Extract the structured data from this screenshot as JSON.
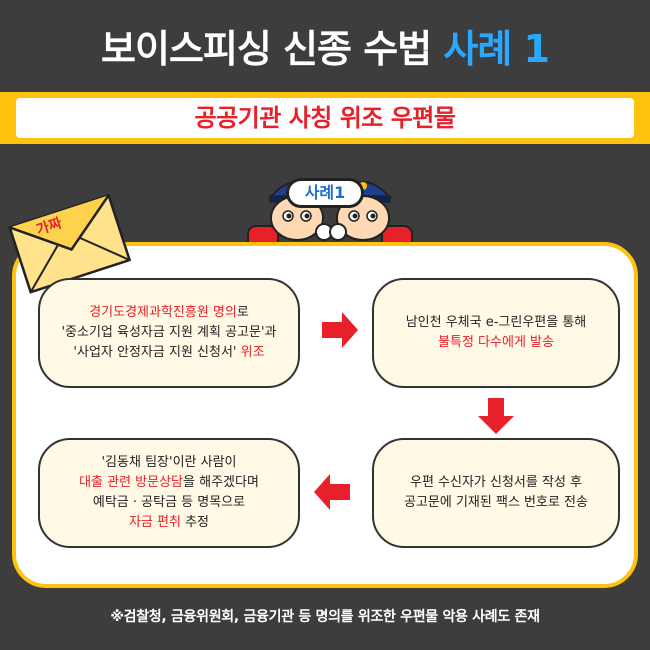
{
  "header": {
    "title_main": "보이스피싱 신종 수법",
    "title_accent": "사례 1",
    "banner": "공공기관 사칭 위조 우편물"
  },
  "badge": {
    "label": "사례1"
  },
  "envelope": {
    "label": "가짜"
  },
  "steps": [
    {
      "line1_red": "경기도경제과학진흥원 명의",
      "line1_rest": "로",
      "line2": "'중소기업 육성자금 지원 계획 공고문'과",
      "line3_black": "'사업자 안정자금 지원 신청서'",
      "line3_red": " 위조"
    },
    {
      "line1": "남인천 우체국 e-그린우편을 통해",
      "line2_red": "불특정 다수에게 발송"
    },
    {
      "line1": "우편 수신자가 신청서를 작성 후",
      "line2": "공고문에 기재된 팩스 번호로 전송"
    },
    {
      "line1": "'김동채 팀장'이란 사람이",
      "line2_red": "대출 관련 방문상담",
      "line2_rest": "을 해주겠다며",
      "line3": "예탁금 · 공탁금 등 명목으로",
      "line4_red": "자금 편취",
      "line4_rest": " 추정"
    }
  ],
  "footnote": "※검찰청, 금융위원회, 금융기관 등 명의를 위조한 우편물 악용 사례도 존재",
  "colors": {
    "background": "#3d3d3d",
    "yellow": "#ffc20e",
    "red": "#e8202a",
    "blue": "#2aa8ff",
    "box": "#fff9e6"
  }
}
